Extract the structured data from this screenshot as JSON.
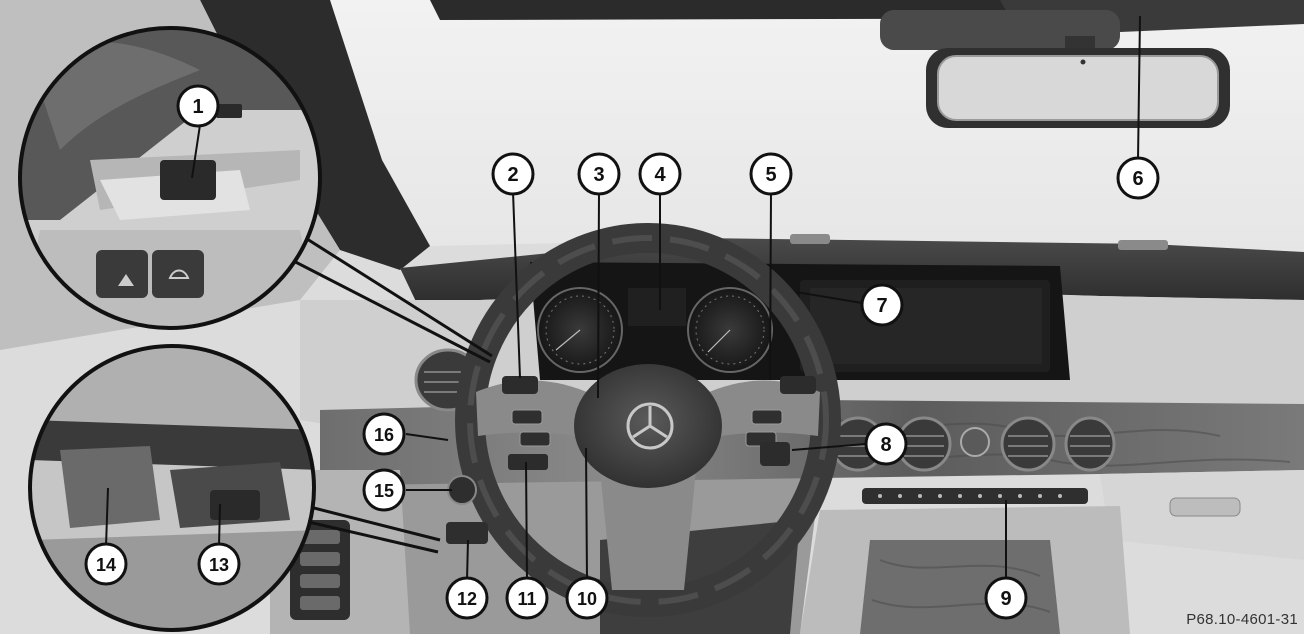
{
  "figure_ref": "P68.10-4601-31",
  "callouts": [
    {
      "label": "1"
    },
    {
      "label": "2"
    },
    {
      "label": "3"
    },
    {
      "label": "4"
    },
    {
      "label": "5"
    },
    {
      "label": "6"
    },
    {
      "label": "7"
    },
    {
      "label": "8"
    },
    {
      "label": "9"
    },
    {
      "label": "10"
    },
    {
      "label": "11"
    },
    {
      "label": "12"
    },
    {
      "label": "13"
    },
    {
      "label": "14"
    },
    {
      "label": "15"
    },
    {
      "label": "16"
    }
  ]
}
